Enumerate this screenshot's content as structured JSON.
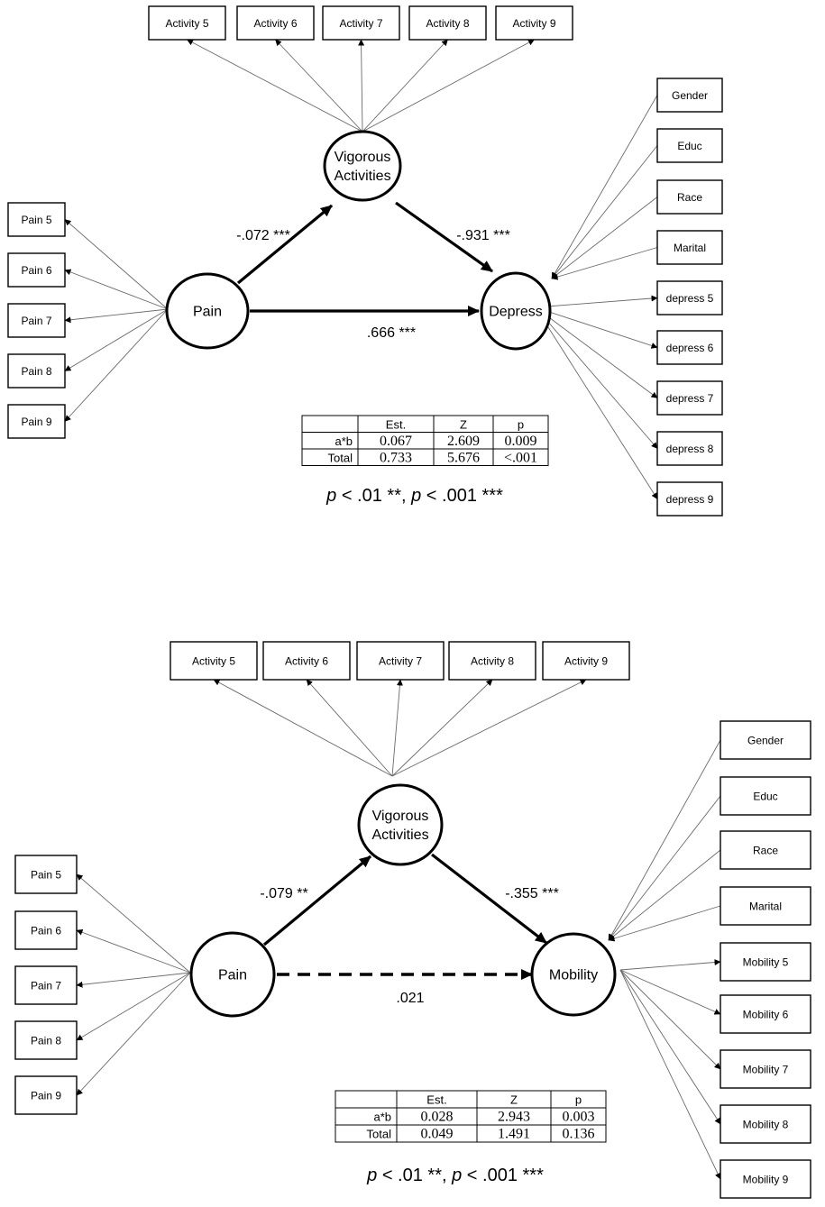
{
  "panels": [
    {
      "activities": [
        "Activity 5",
        "Activity 6",
        "Activity 7",
        "Activity 8",
        "Activity 9"
      ],
      "pain_items": [
        "Pain 5",
        "Pain 6",
        "Pain 7",
        "Pain 8",
        "Pain 9"
      ],
      "covariates": [
        "Gender",
        "Educ",
        "Race",
        "Marital"
      ],
      "outcome_items": [
        "depress 5",
        "depress 6",
        "depress 7",
        "depress 8",
        "depress 9"
      ],
      "nodes": {
        "mediator_line1": "Vigorous",
        "mediator_line2": "Activities",
        "predictor": "Pain",
        "outcome": "Depress"
      },
      "coefficients": {
        "a": "-.072 ***",
        "b": "-.931 ***",
        "c": ".666 ***"
      },
      "direct_path_style": "solid",
      "table": {
        "headers": [
          "",
          "Est.",
          "Z",
          "p"
        ],
        "rows": [
          [
            "a*b",
            "0.067",
            "2.609",
            "0.009"
          ],
          [
            "Total",
            "0.733",
            "5.676",
            "<.001"
          ]
        ]
      },
      "note": {
        "p": "p",
        "text1": " < .01 **, ",
        "text2": " < .001 ***"
      }
    },
    {
      "activities": [
        "Activity 5",
        "Activity 6",
        "Activity 7",
        "Activity 8",
        "Activity 9"
      ],
      "pain_items": [
        "Pain 5",
        "Pain 6",
        "Pain 7",
        "Pain 8",
        "Pain 9"
      ],
      "covariates": [
        "Gender",
        "Educ",
        "Race",
        "Marital"
      ],
      "outcome_items": [
        "Mobility 5",
        "Mobility 6",
        "Mobility 7",
        "Mobility 8",
        "Mobility 9"
      ],
      "nodes": {
        "mediator_line1": "Vigorous",
        "mediator_line2": "Activities",
        "predictor": "Pain",
        "outcome": "Mobility"
      },
      "coefficients": {
        "a": "-.079 **",
        "b": "-.355 ***",
        "c": ".021"
      },
      "direct_path_style": "dashed",
      "table": {
        "headers": [
          "",
          "Est.",
          "Z",
          "p"
        ],
        "rows": [
          [
            "a*b",
            "0.028",
            "2.943",
            "0.003"
          ],
          [
            "Total",
            "0.049",
            "1.491",
            "0.136"
          ]
        ]
      },
      "note": {
        "p": "p",
        "text1": " < .01 **, ",
        "text2": " < .001 ***"
      }
    }
  ]
}
